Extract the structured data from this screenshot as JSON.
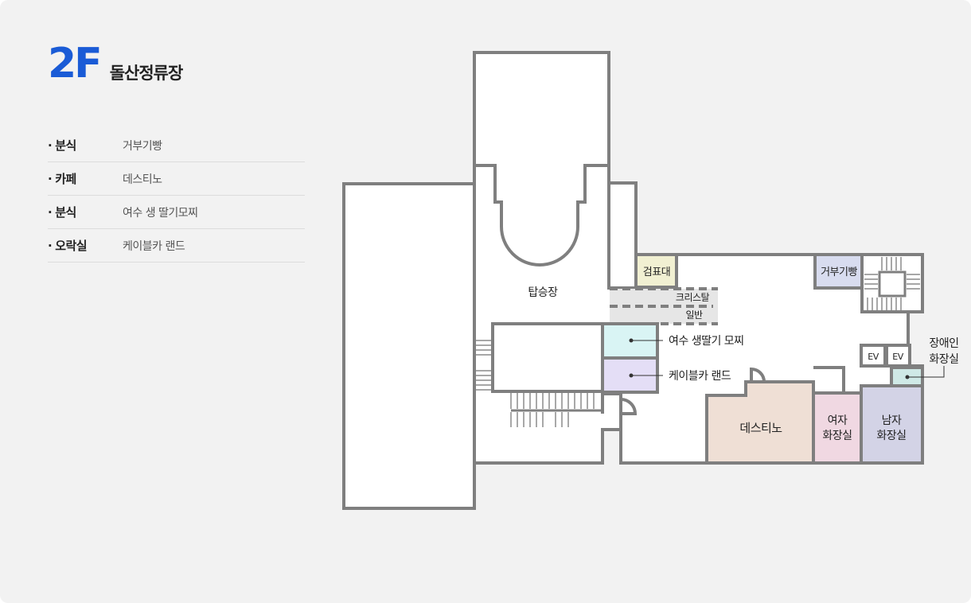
{
  "floor": {
    "number": "2F",
    "name": "돌산정류장"
  },
  "facilities": [
    {
      "category": "분식",
      "name": "거부기빵"
    },
    {
      "category": "카페",
      "name": "데스티노"
    },
    {
      "category": "분식",
      "name": "여수 생 딸기모찌"
    },
    {
      "category": "오락실",
      "name": "케이블카 랜드"
    }
  ],
  "bullet": "·",
  "map": {
    "boarding_area": "탑승장",
    "ticket_booth": "검표대",
    "lane_crystal": "크리스탈",
    "lane_general": "일반",
    "shop_geobugi": "거부기빵",
    "shop_mochi": "여수 생딸기 모찌",
    "shop_arcade": "케이블카 랜드",
    "shop_destino": "데스티노",
    "elevator_1": "EV",
    "elevator_2": "EV",
    "accessible_restroom_line1": "장애인",
    "accessible_restroom_line2": "화장실",
    "women_restroom_line1": "여자",
    "women_restroom_line2": "화장실",
    "men_restroom_line1": "남자",
    "men_restroom_line2": "화장실"
  },
  "colors": {
    "accent": "#1a5bd6",
    "wall": "#7f7f7f",
    "ticket_booth": "#f1f0d2",
    "geobugi": "#d8dcef",
    "mochi": "#d9f4f4",
    "arcade": "#e4def6",
    "destino": "#efdfd5",
    "women": "#f0d8e2",
    "men": "#d3d3e6",
    "accessible": "#cfe9e6"
  }
}
